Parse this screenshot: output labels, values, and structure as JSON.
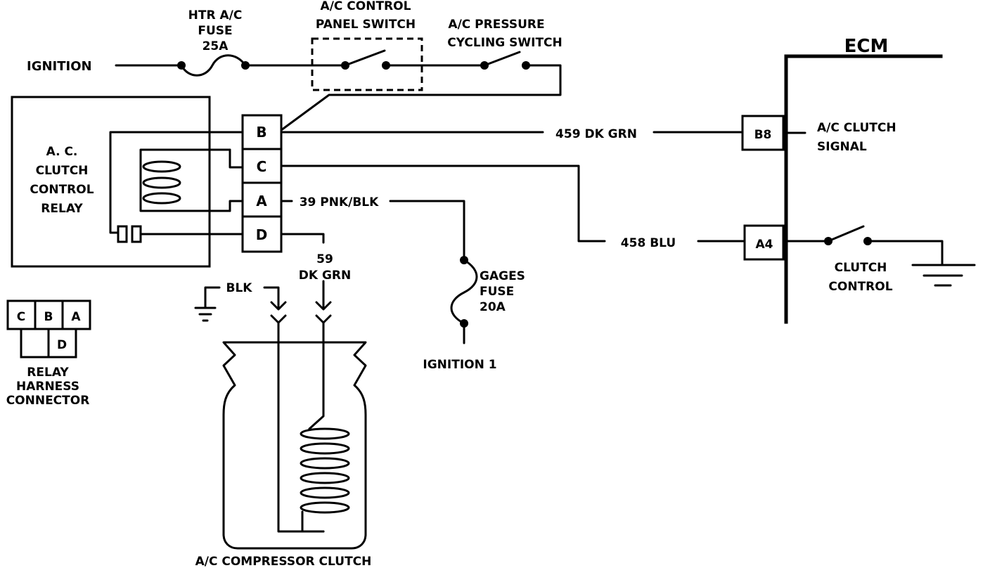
{
  "labels": {
    "ignition": "IGNITION",
    "htr_fuse_1": "HTR A/C",
    "htr_fuse_2": "FUSE",
    "htr_fuse_3": "25A",
    "panel_switch_1": "A/C CONTROL",
    "panel_switch_2": "PANEL SWITCH",
    "pressure_switch_1": "A/C PRESSURE",
    "pressure_switch_2": "CYCLING SWITCH",
    "ecm": "ECM",
    "relay_1": "A. C.",
    "relay_2": "CLUTCH",
    "relay_3": "CONTROL",
    "relay_4": "RELAY",
    "wire_459": "459 DK GRN",
    "wire_39": "39 PNK/BLK",
    "wire_458": "458 BLU",
    "wire_59_1": "59",
    "wire_59_2": "DK GRN",
    "blk": "BLK",
    "clutch_signal_1": "A/C CLUTCH",
    "clutch_signal_2": "SIGNAL",
    "clutch_control_1": "CLUTCH",
    "clutch_control_2": "CONTROL",
    "gages_fuse_1": "GAGES",
    "gages_fuse_2": "FUSE",
    "gages_fuse_3": "20A",
    "ignition_1": "IGNITION 1",
    "harness_1": "RELAY",
    "harness_2": "HARNESS",
    "harness_3": "CONNECTOR",
    "compressor": "A/C COMPRESSOR CLUTCH"
  },
  "relay_pins": {
    "b": "B",
    "c": "C",
    "a": "A",
    "d": "D"
  },
  "ecm_pins": {
    "b8": "B8",
    "a4": "A4"
  },
  "harness_pins": {
    "c": "C",
    "b": "B",
    "a": "A",
    "d": "D"
  }
}
